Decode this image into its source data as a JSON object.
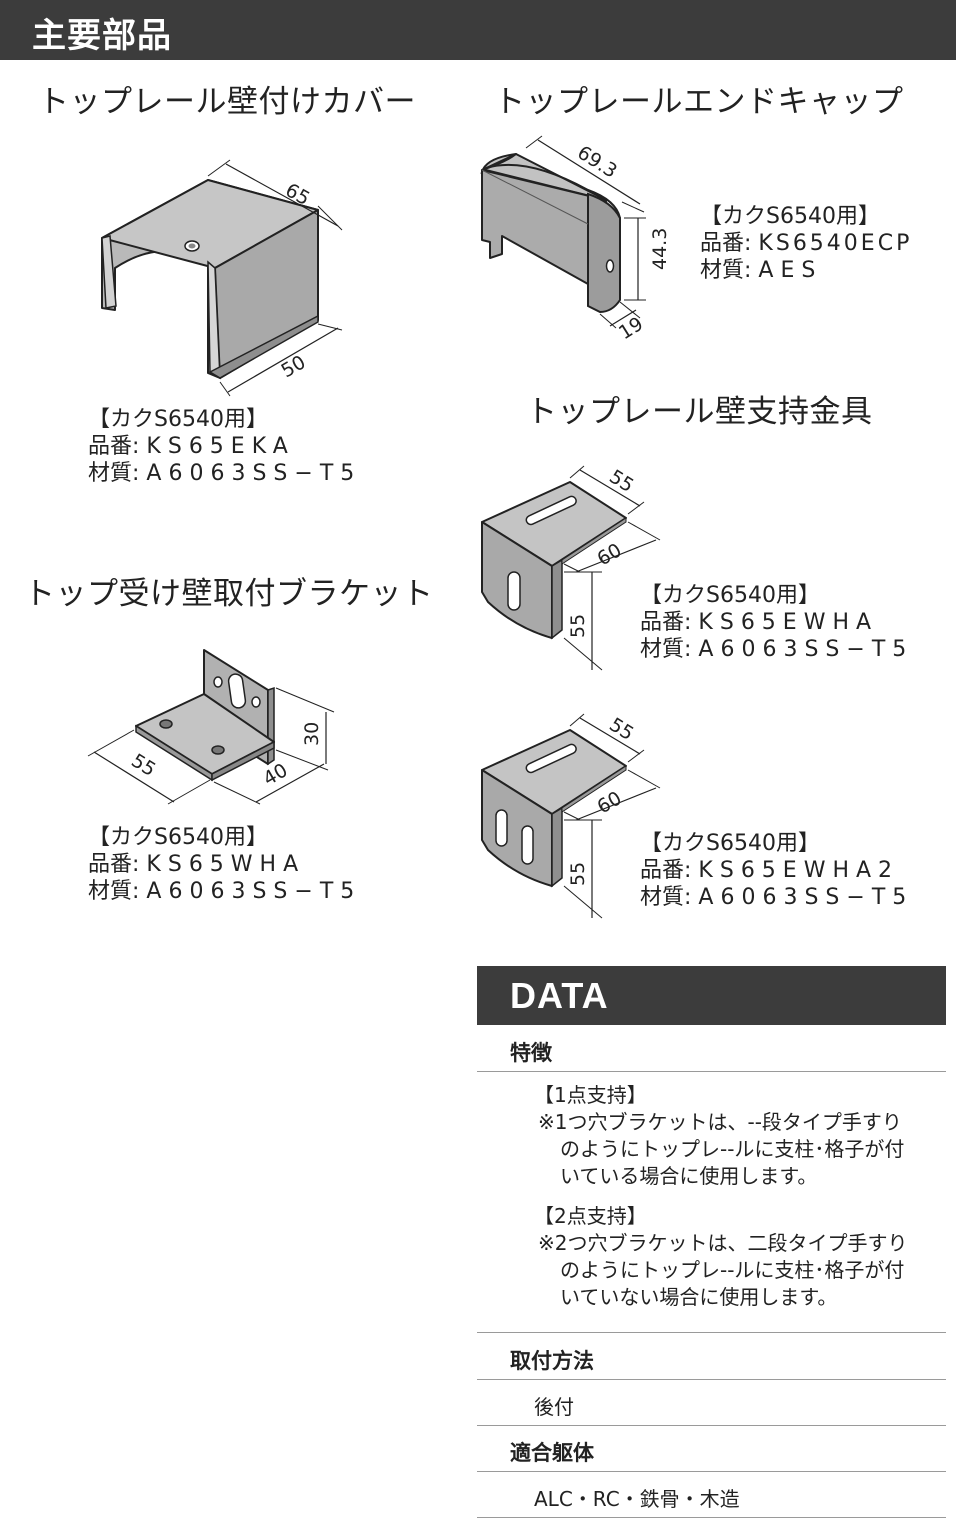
{
  "header": {
    "title": "主要部品"
  },
  "parts": {
    "wall_cover": {
      "title": "トップレール壁付けカバー",
      "dims": {
        "length": "65",
        "width": "50"
      },
      "usage": "【カクS6540用】",
      "part_no_label": "品番:",
      "part_no": "KS65EKA",
      "material_label": "材質:",
      "material": "A6063SS−T5"
    },
    "end_cap": {
      "title": "トップレールエンドキャップ",
      "dims": {
        "length": "69.3",
        "height": "44.3",
        "width": "19"
      },
      "usage": "【カクS6540用】",
      "part_no_label": "品番:",
      "part_no": "KS6540ECP",
      "material_label": "材質:",
      "material": "AES"
    },
    "wall_support": {
      "title": "トップレール壁支持金具",
      "variant1": {
        "dims": {
          "a": "55",
          "b": "60",
          "c": "55"
        },
        "usage": "【カクS6540用】",
        "part_no_label": "品番:",
        "part_no": "KS65EWHA",
        "material_label": "材質:",
        "material": "A6063SS−T5"
      },
      "variant2": {
        "dims": {
          "a": "55",
          "b": "60",
          "c": "55"
        },
        "usage": "【カクS6540用】",
        "part_no_label": "品番:",
        "part_no": "KS65EWHA2",
        "material_label": "材質:",
        "material": "A6063SS−T5"
      }
    },
    "wall_bracket": {
      "title": "トップ受け壁取付ブラケット",
      "dims": {
        "a": "55",
        "b": "40",
        "c": "30"
      },
      "usage": "【カクS6540用】",
      "part_no_label": "品番:",
      "part_no": "KS65WHA",
      "material_label": "材質:",
      "material": "A6063SS−T5"
    }
  },
  "data_section": {
    "title": "DATA",
    "features_label": "特徴",
    "feature1_head": "【1点支持】",
    "feature1_line1": "※1つ穴ブラケットは、--段タイプ手すり",
    "feature1_line2": "のようにトップレ--ルに支柱･格子が付",
    "feature1_line3": "いている場合に使用します。",
    "feature2_head": "【2点支持】",
    "feature2_line1": "※2つ穴ブラケットは、二段タイプ手すり",
    "feature2_line2": "のようにトップレ--ルに支柱･格子が付",
    "feature2_line3": "いていない場合に使用します。",
    "install_label": "取付方法",
    "install_value": "後付",
    "structure_label": "適合躯体",
    "structure_value": "ALC・RC・鉄骨・木造"
  }
}
